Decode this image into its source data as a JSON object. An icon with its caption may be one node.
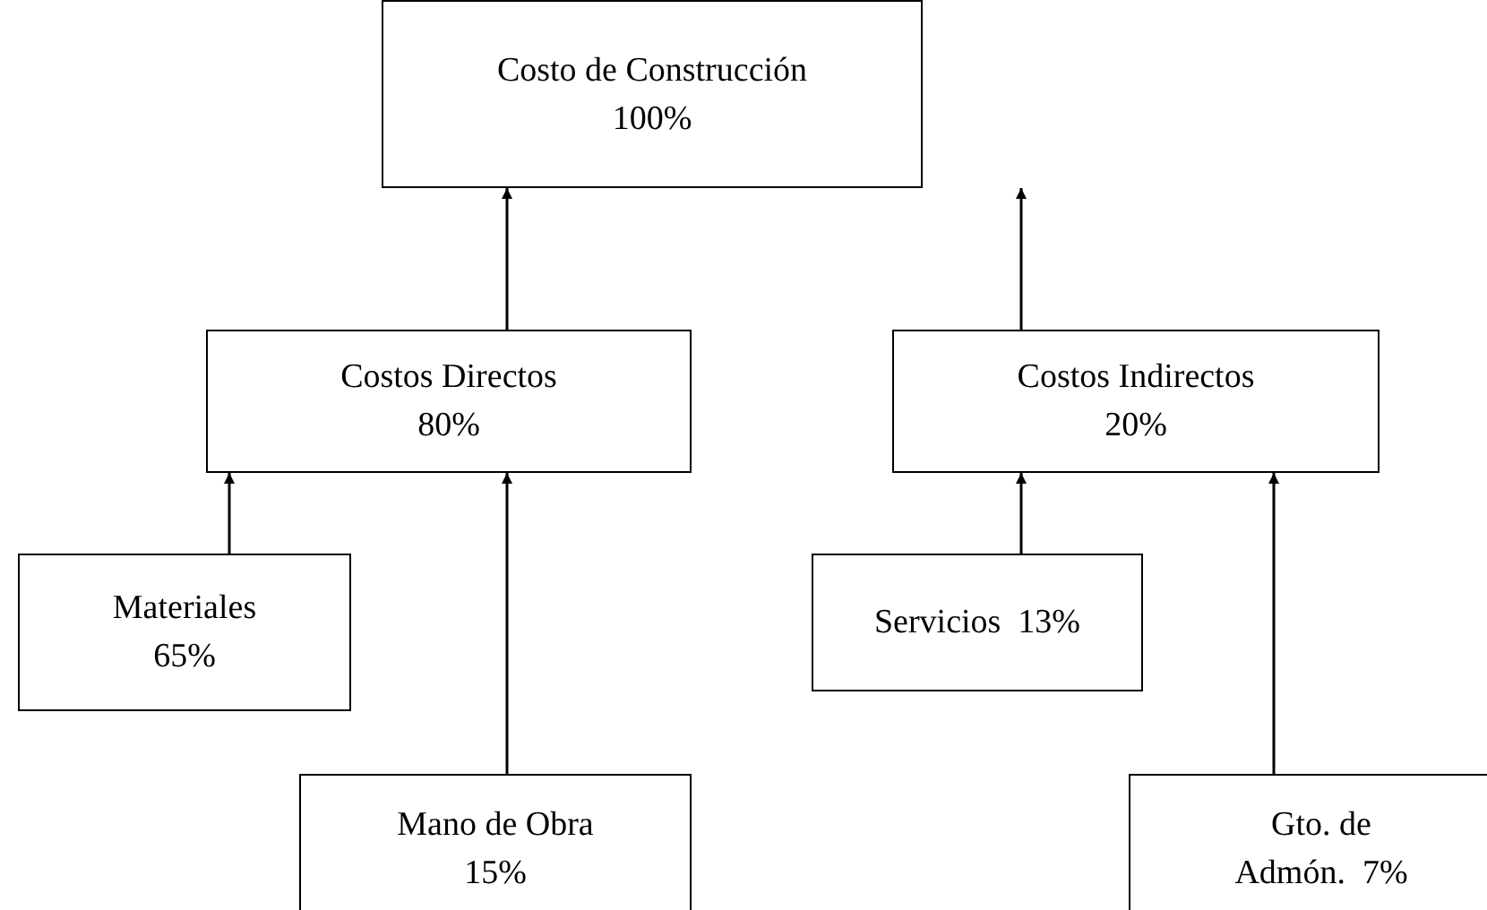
{
  "diagram": {
    "nodes": [
      {
        "text": [
          "Costo de Construcción",
          "100%"
        ]
      },
      {
        "text": [
          "Costos Directos",
          "80%"
        ]
      },
      {
        "text": [
          "Costos Indirectos",
          "20%"
        ]
      },
      {
        "text": [
          "Materiales",
          "65%"
        ]
      },
      {
        "text": [
          "Mano de Obra",
          "15%"
        ]
      },
      {
        "text": [
          "Servicios  13%"
        ]
      },
      {
        "text": [
          "Gto. de",
          "Admón.  7%"
        ]
      }
    ],
    "edges": [
      {
        "from": 1,
        "to": 0,
        "arrow": "to"
      },
      {
        "from": 2,
        "to": 0,
        "arrow": "to"
      },
      {
        "from": 3,
        "to": 1,
        "arrow": "to"
      },
      {
        "from": 4,
        "to": 1,
        "arrow": "to"
      },
      {
        "from": 5,
        "to": 2,
        "arrow": "to"
      },
      {
        "from": 6,
        "to": 2,
        "arrow": "to"
      }
    ]
  }
}
